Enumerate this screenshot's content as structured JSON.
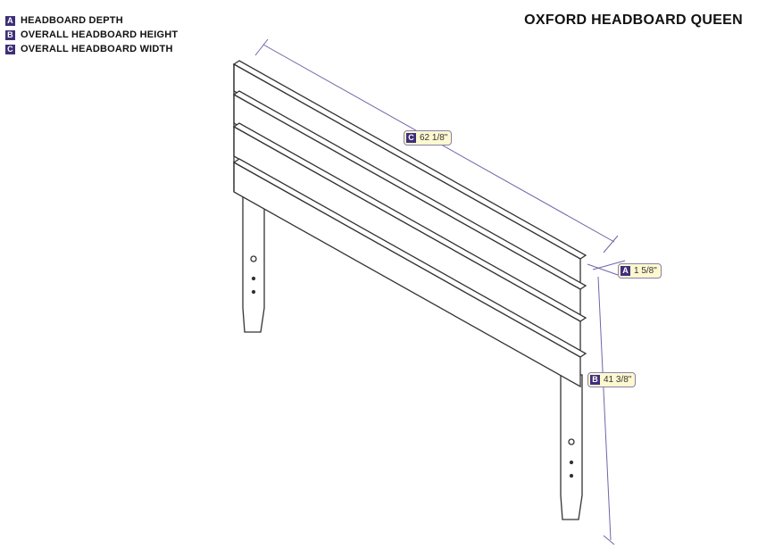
{
  "title": "OXFORD HEADBOARD QUEEN",
  "legend": [
    {
      "key": "A",
      "label": "HEADBOARD DEPTH"
    },
    {
      "key": "B",
      "label": "OVERALL HEADBOARD HEIGHT"
    },
    {
      "key": "C",
      "label": "OVERALL HEADBOARD WIDTH"
    }
  ],
  "dimensions": {
    "A": {
      "key": "A",
      "value": "1 5/8\""
    },
    "B": {
      "key": "B",
      "value": "41 3/8\""
    },
    "C": {
      "key": "C",
      "value": "62 1/8\""
    }
  },
  "colors": {
    "accent": "#3f2f78",
    "dim_line": "#6e66a8",
    "label_bg": "#fdf8d0"
  }
}
